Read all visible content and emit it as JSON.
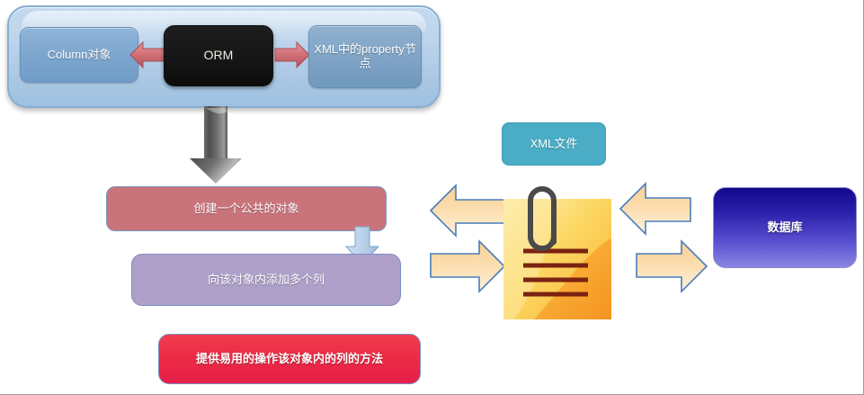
{
  "diagram": {
    "title": "ORM mapping and XML/database flow diagram",
    "top_panel": {
      "name": "orm-mapping-panel",
      "left_box": "Column对象",
      "center_box": "ORM",
      "right_box": "XML中的property节点",
      "left_arrow": "arrow-left-red",
      "right_arrow": "arrow-right-red",
      "panel_color": "#b5cfe8"
    },
    "flow": {
      "big_arrow": "arrow-down-gray",
      "steps": [
        {
          "label": "创建一个公共的对象",
          "color": "#c9747b"
        },
        {
          "label": "向该对象内添加多个列",
          "color": "#aea0c9"
        },
        {
          "label": "提供易用的操作该对象内的列的方法",
          "color": "#ec2b45"
        }
      ],
      "connector_arrow": "arrow-down-blue"
    },
    "right_section": {
      "xml_file_label": "XML文件",
      "xml_file_color": "#4aacc5",
      "document_icon": "paperclip-document-icon",
      "database_label": "数据库",
      "database_color": "#2b1fab",
      "left_arrow_pair": "two-way-arrow-left",
      "right_arrow_pair": "two-way-arrow-right"
    }
  }
}
